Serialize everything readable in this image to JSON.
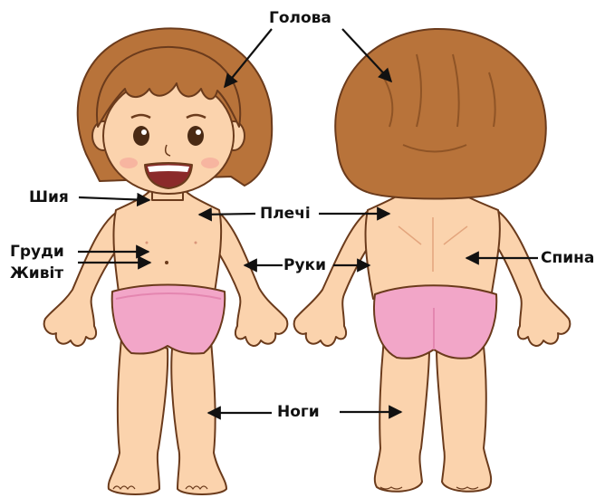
{
  "labels": {
    "head": "Голова",
    "neck": "Шия",
    "shoulders": "Плечі",
    "chest": "Груди",
    "arms": "Руки",
    "belly": "Живіт",
    "back": "Спина",
    "legs": "Ноги"
  },
  "colors": {
    "skin": "#fbd3ad",
    "skin_shade": "#f0b98c",
    "outline": "#6b3b1c",
    "hair": "#b8733a",
    "hair_dark": "#8f5426",
    "diaper": "#f2a6c8",
    "diaper_shade": "#e486b0",
    "arrow": "#111111"
  }
}
